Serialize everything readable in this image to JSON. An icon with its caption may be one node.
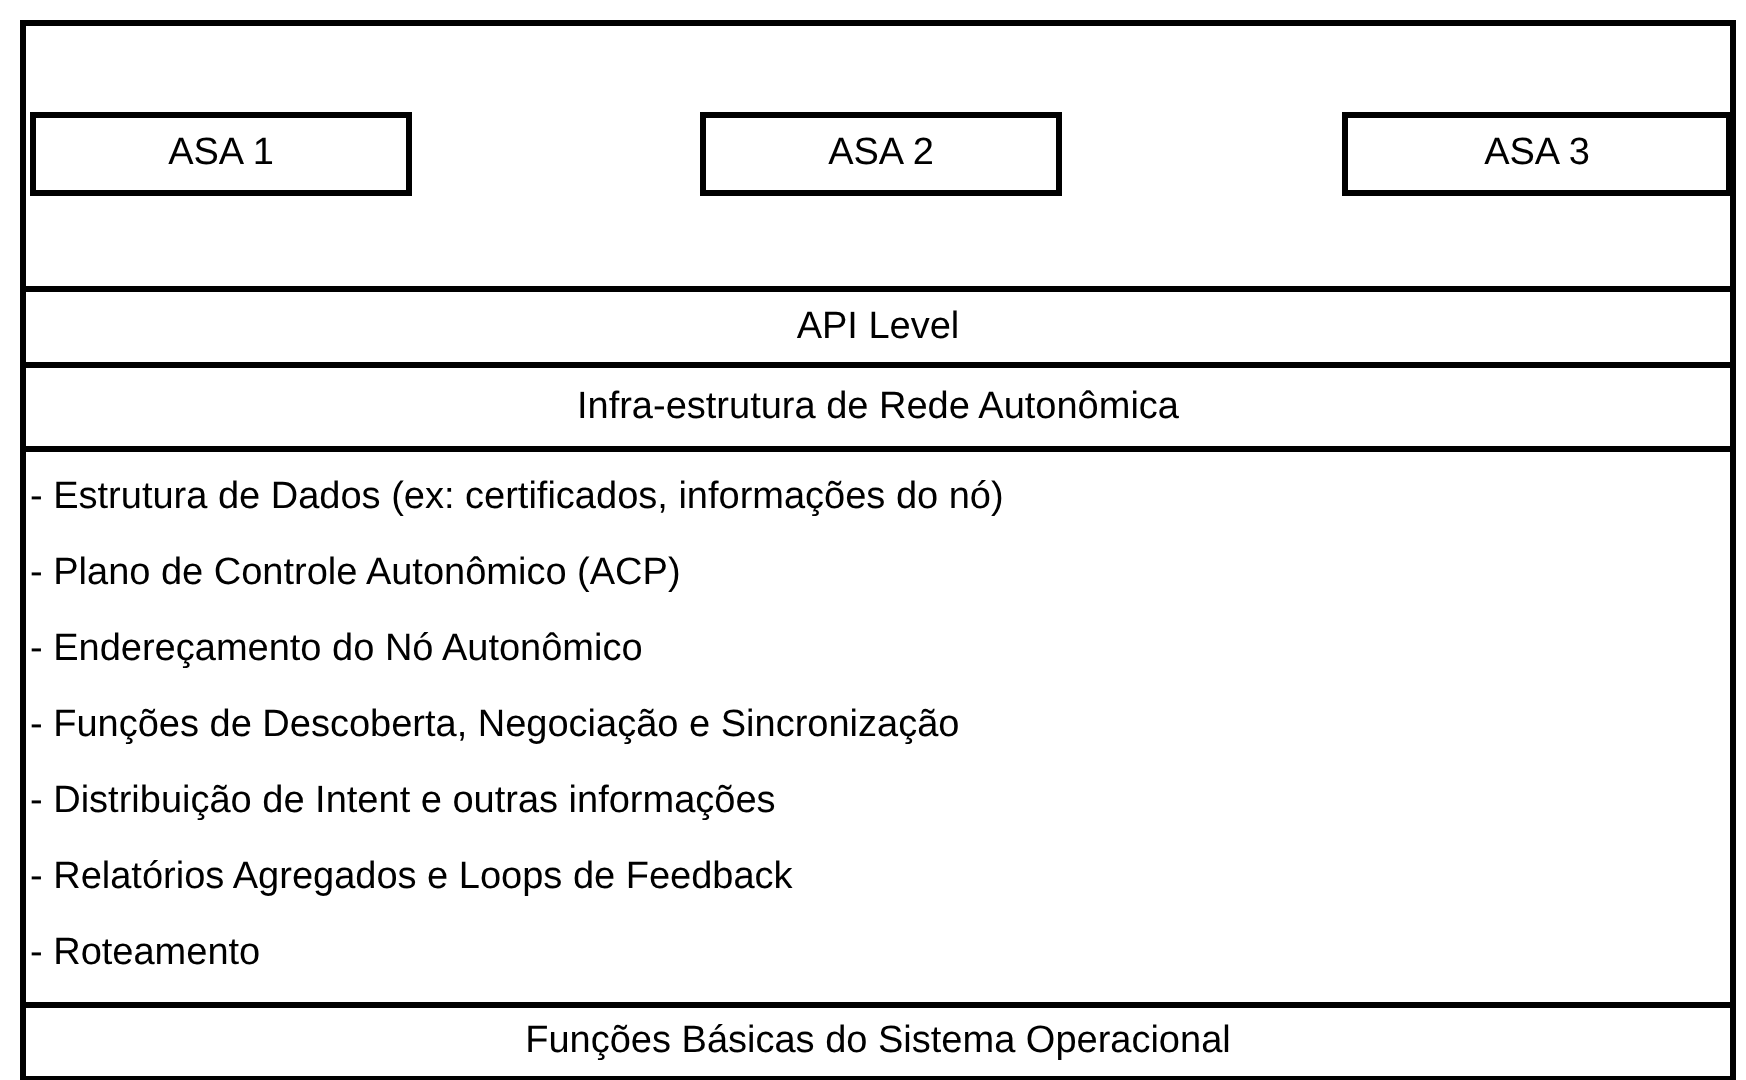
{
  "diagram": {
    "nodes": [
      {
        "text": [],
        "shape": "box"
      },
      {
        "text": [
          "ASA 1"
        ],
        "in": 0
      },
      {
        "text": [
          "ASA 2"
        ],
        "in": 0
      },
      {
        "text": [
          "ASA 3"
        ],
        "in": 0
      },
      {
        "text": [
          "API Level"
        ],
        "in": 0
      },
      {
        "text": [
          "Infra-estrutura de Rede Autonômica"
        ],
        "in": 0
      },
      {
        "text": [
          "- Estrutura de Dados (ex: certificados, informações do nó)",
          "- Plano de Controle Autonômico (ACP)",
          "- Endereçamento do Nó Autonômico",
          "- Funções de Descoberta, Negociação e Sincronização",
          "- Distribuição de Intent e outras informações",
          "- Relatórios Agregados e Loops de Feedback",
          "- Roteamento"
        ],
        "in": 0
      },
      {
        "text": [
          "Funções Básicas do Sistema Operacional"
        ],
        "in": 0
      }
    ]
  }
}
